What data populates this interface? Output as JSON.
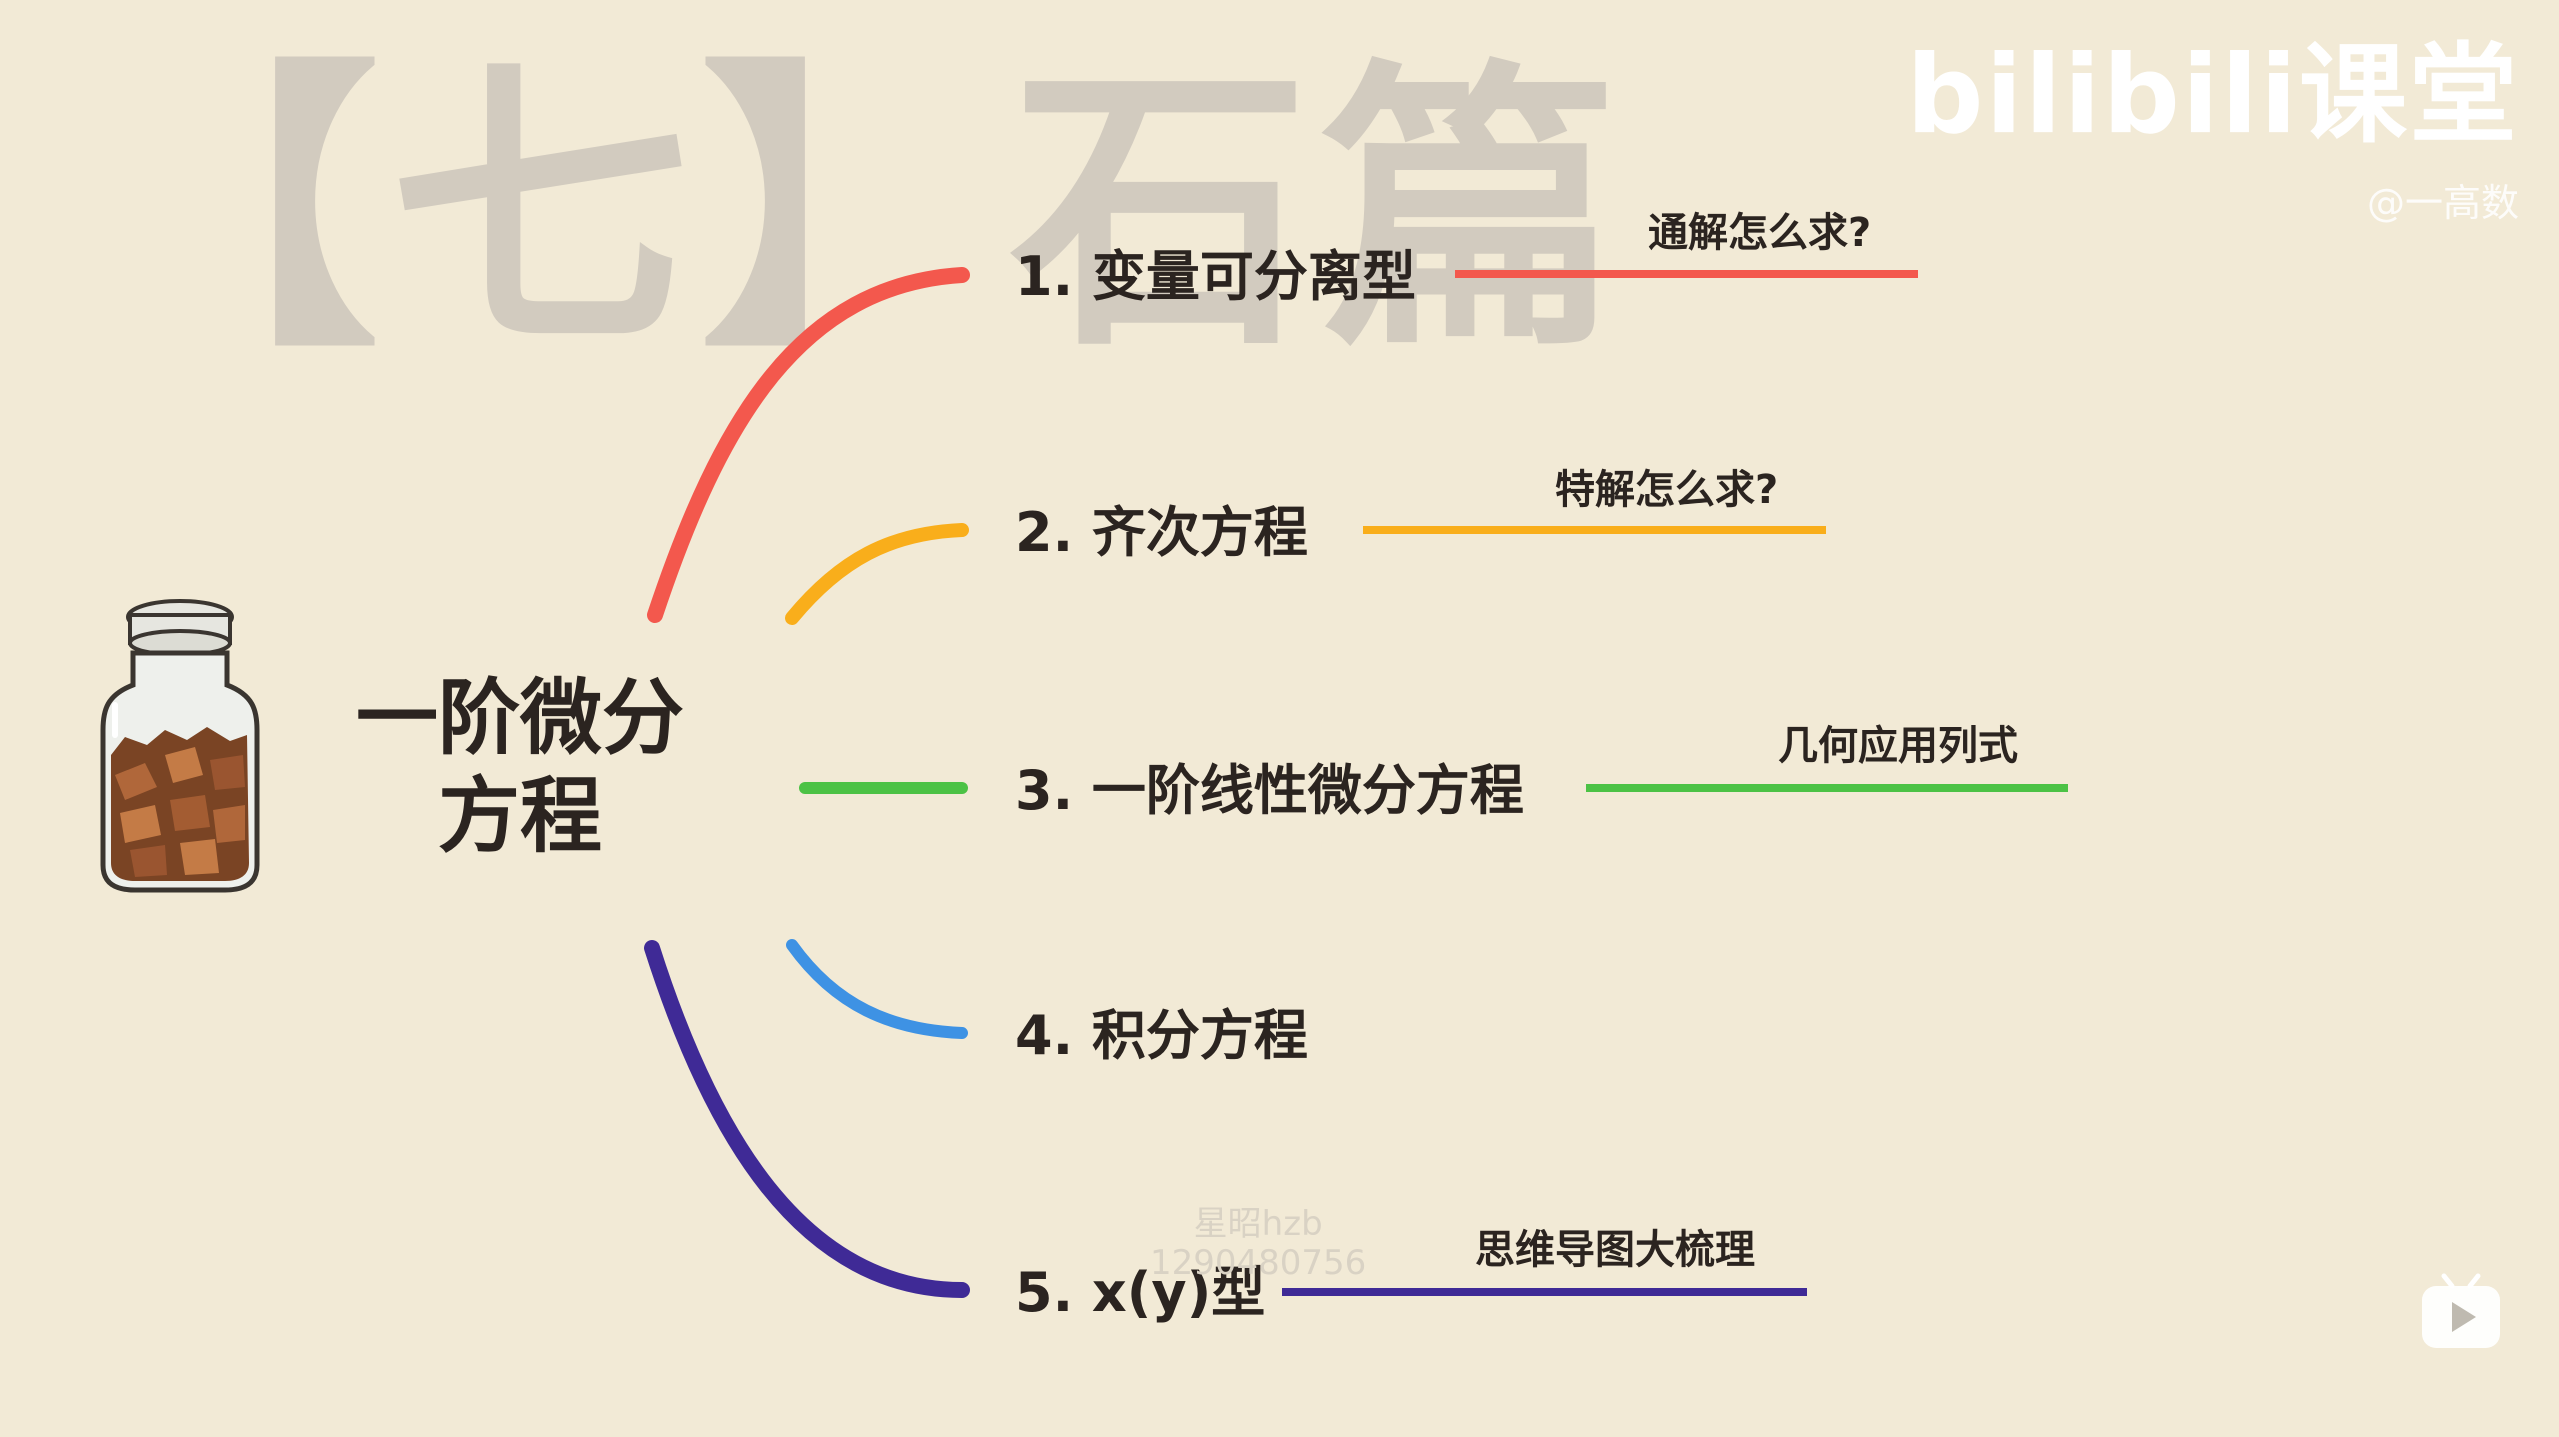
{
  "header": {
    "big_title": "【七】石篇"
  },
  "brand": {
    "logo": "bilibili课堂",
    "user": "@一高数"
  },
  "center": {
    "line1": "一阶微分",
    "line2": "方程",
    "icon": "jar-icon"
  },
  "branches": [
    {
      "label": "1. 变量可分离型",
      "note": "通解怎么求?",
      "color": "#f3584d"
    },
    {
      "label": "2. 齐次方程",
      "note": "特解怎么求?",
      "color": "#f9ae1b"
    },
    {
      "label": "3. 一阶线性微分方程",
      "note": "几何应用列式",
      "color": "#4cc245"
    },
    {
      "label": "4. 积分方程",
      "note": "",
      "color": "#3e92e4"
    },
    {
      "label": "5. x(y)型",
      "note": "思维导图大梳理",
      "color": "#3f2a96"
    }
  ],
  "watermark": {
    "line1": "星昭hzb",
    "line2": "1290480756"
  },
  "controls": {
    "play_icon": "play-icon"
  }
}
